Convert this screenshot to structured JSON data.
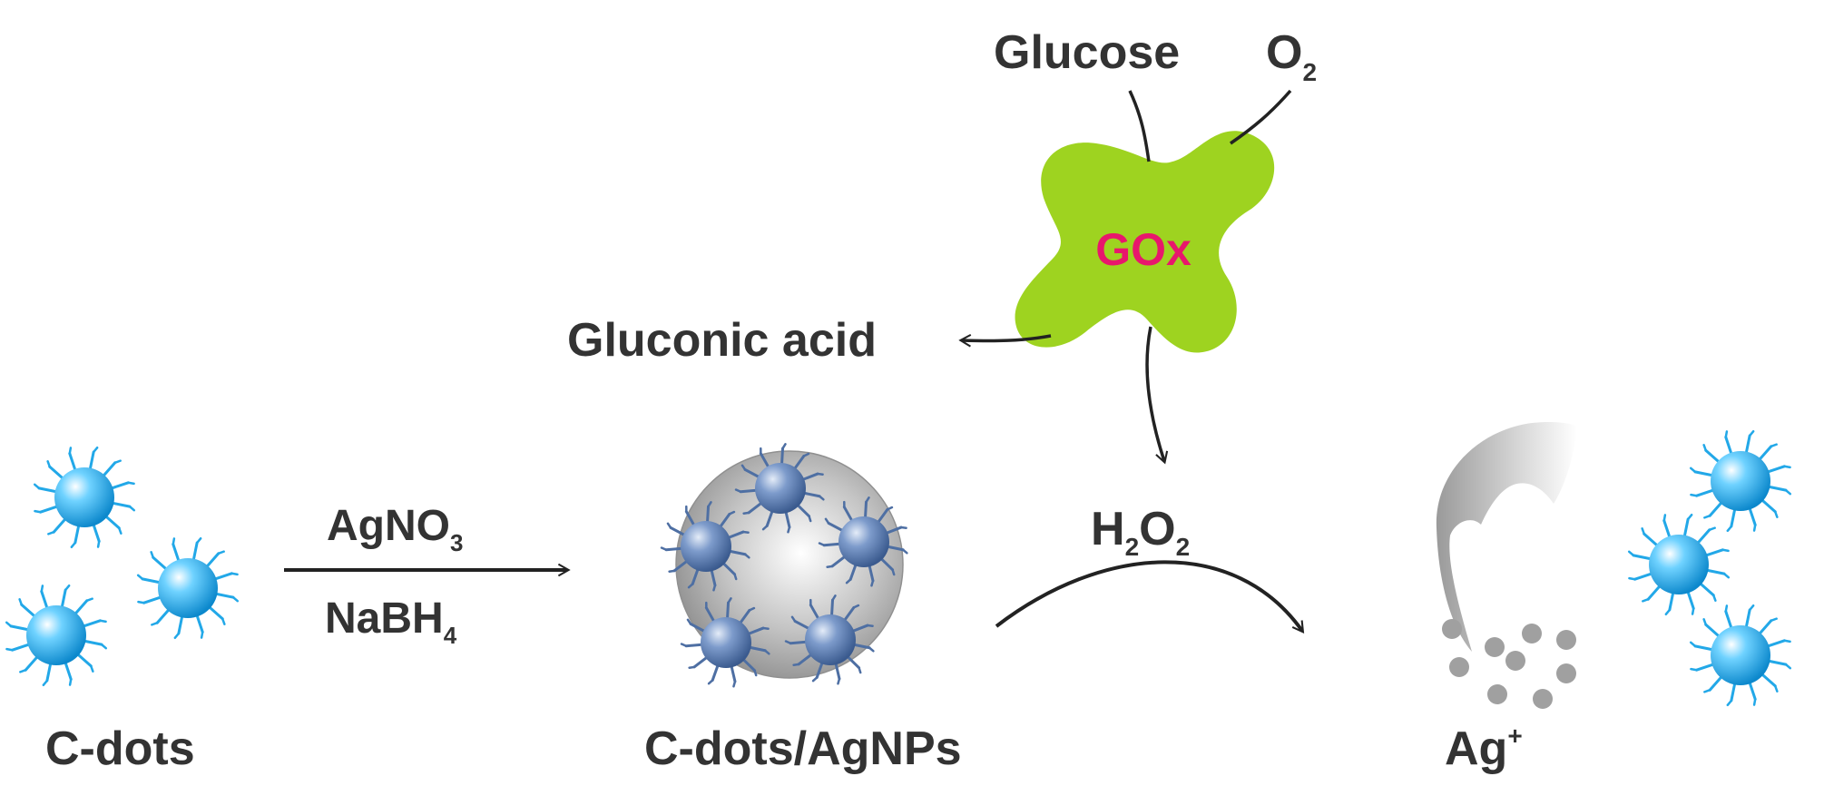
{
  "labels": {
    "glucose": "Glucose",
    "o2_main": "O",
    "o2_sub": "2",
    "gox": "GOx",
    "gluconic_acid": "Gluconic acid",
    "h2o2_h": "H",
    "h2o2_sub1": "2",
    "h2o2_o": "O",
    "h2o2_sub2": "2",
    "agno3_main": "AgNO",
    "agno3_sub": "3",
    "nabh4_main": "NaBH",
    "nabh4_sub": "4",
    "cdots": "C-dots",
    "cdots_agnps": "C-dots/AgNPs",
    "ag_main": "Ag",
    "ag_sup": "+"
  },
  "colors": {
    "text": "#333333",
    "gox_enzyme": "#9ed320",
    "gox_text": "#e8176c",
    "cdot": "#22a8e8",
    "cdot_on_particle": "#4e6fa3",
    "silver": "#b5b5b5",
    "ion": "#a0a0a0",
    "arrow": "#222222"
  },
  "icons": {
    "carbon_dot": "spiky-blue-sphere",
    "silver_nanoparticle": "grey-sphere",
    "enzyme": "green-blob",
    "silver_ion": "grey-dot"
  }
}
